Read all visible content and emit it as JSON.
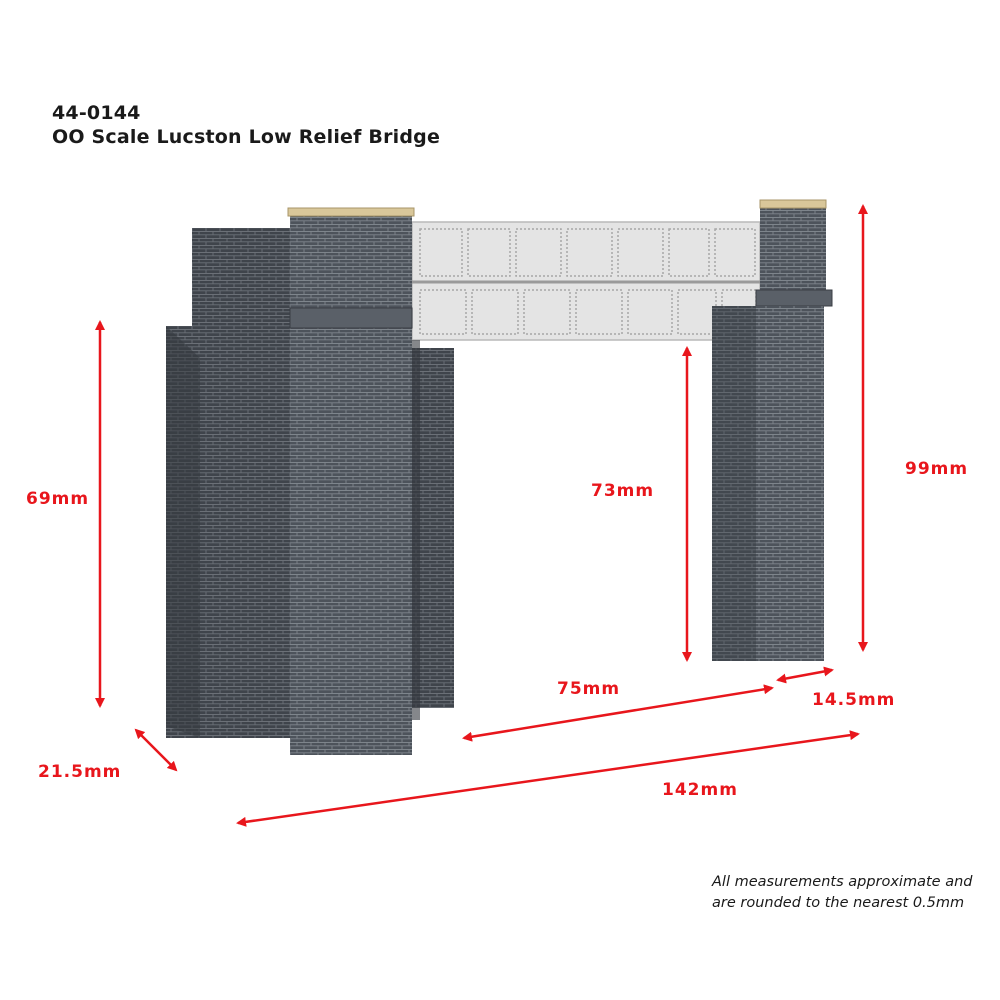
{
  "product": {
    "code": "44-0144",
    "name": "OO Scale Lucston Low Relief Bridge"
  },
  "dimensions": {
    "left_pier_height": "69mm",
    "depth": "21.5mm",
    "clearance_height": "73mm",
    "opening_width": "75mm",
    "right_pier_width": "14.5mm",
    "overall_height": "99mm",
    "overall_length": "142mm"
  },
  "note": {
    "line1": "All measurements approximate and",
    "line2": "are rounded to the nearest 0.5mm"
  },
  "colors": {
    "dimension_red": "#e8161c",
    "stone_dark": "#4a4f57",
    "girder_light": "#e2e2e2",
    "capstone": "#d9c79a"
  }
}
